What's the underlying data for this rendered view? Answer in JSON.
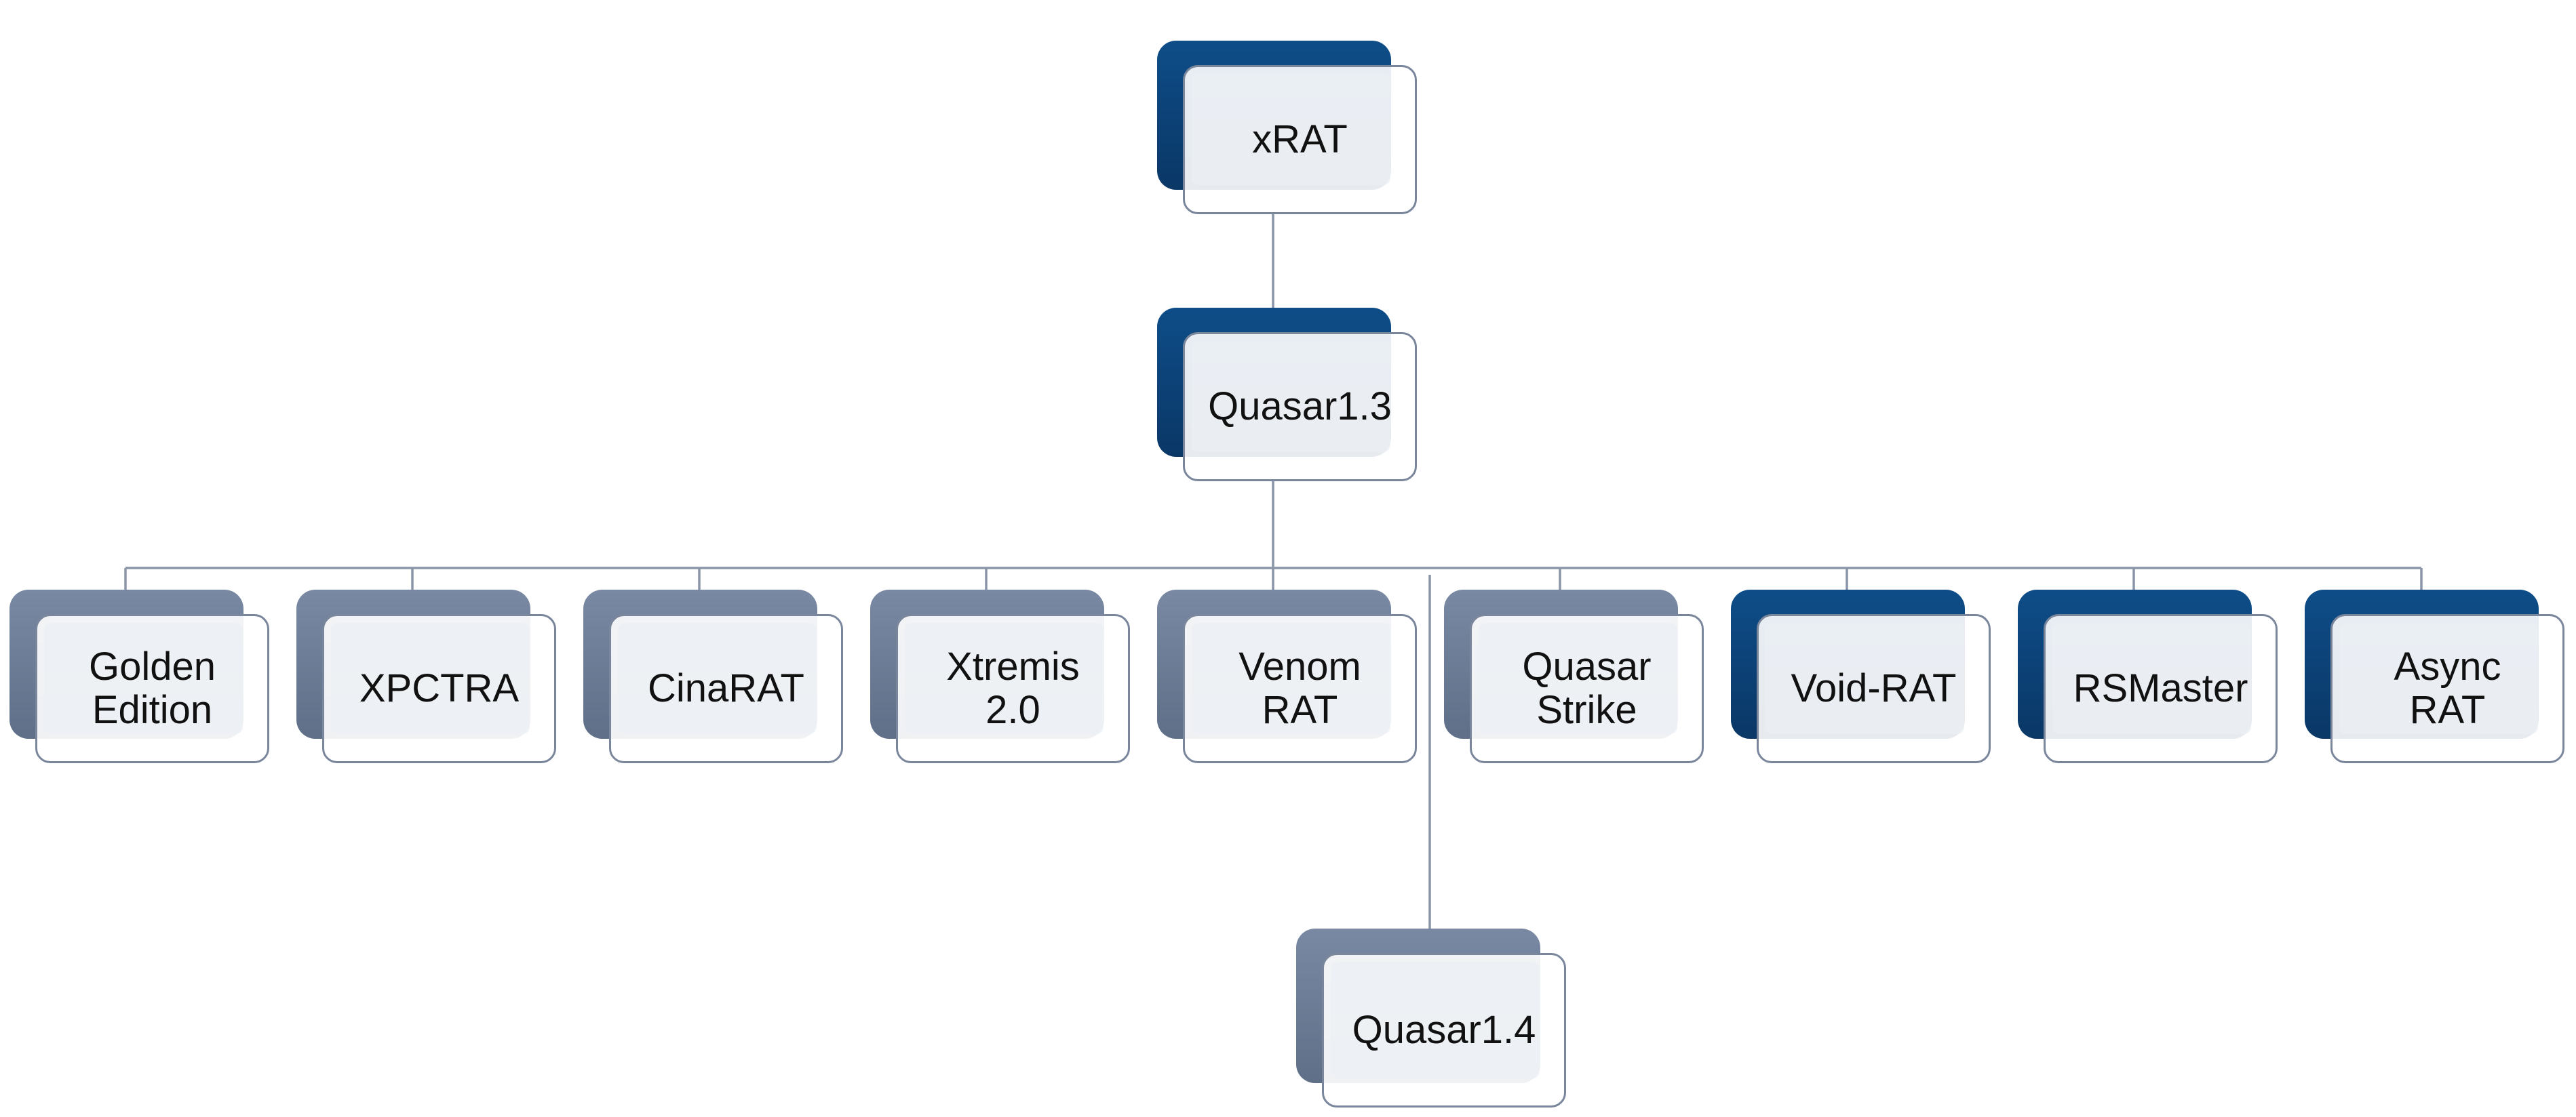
{
  "diagram": {
    "colors": {
      "dark_node": "#0c4a82",
      "gray_node": "#6f7f99",
      "connector": "#8a96a8"
    },
    "root": {
      "label": "xRAT",
      "style": "dark"
    },
    "parent": {
      "label": "Quasar1.3",
      "style": "dark"
    },
    "children": [
      {
        "label": "Golden Edition",
        "style": "gray"
      },
      {
        "label": "XPCTRA",
        "style": "gray"
      },
      {
        "label": "CinaRAT",
        "style": "gray"
      },
      {
        "label": "Xtremis 2.0",
        "style": "gray"
      },
      {
        "label": "Venom RAT",
        "style": "gray"
      },
      {
        "label": "Quasar Strike",
        "style": "gray"
      },
      {
        "label": "Void-RAT",
        "style": "dark"
      },
      {
        "label": "RSMaster",
        "style": "dark"
      },
      {
        "label": "Async RAT",
        "style": "dark"
      }
    ],
    "extra": {
      "label": "Quasar1.4",
      "style": "gray"
    }
  }
}
